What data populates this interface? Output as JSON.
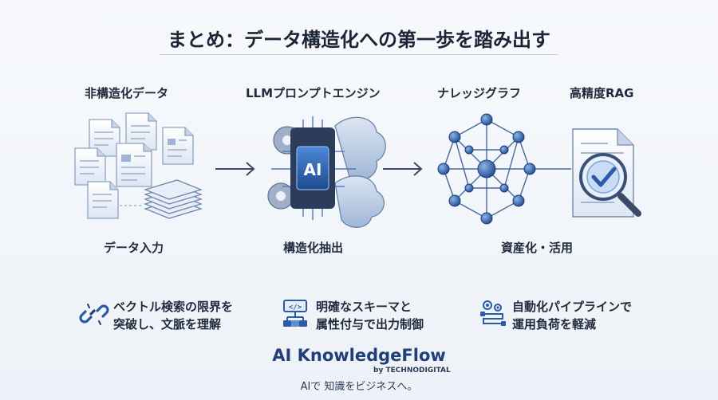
{
  "title": "まとめ：データ構造化への第一歩を踏み出す",
  "stages": [
    {
      "label": "非構造化データ",
      "icon": "documents-icon"
    },
    {
      "label": "LLMプロンプトエンジン",
      "icon": "ai-chip-brain-icon"
    },
    {
      "label": "ナレッジグラフ",
      "icon": "knowledge-graph-icon"
    },
    {
      "label": "高精度RAG",
      "icon": "document-magnifier-check-icon"
    }
  ],
  "chip_text": "AI",
  "sub_labels": [
    "データ入力",
    "構造化抽出",
    "資産化・活用"
  ],
  "features": [
    {
      "icon": "broken-link-icon",
      "line1": "ベクトル検索の限界を",
      "line2": "突破し、文脈を理解"
    },
    {
      "icon": "schema-code-icon",
      "line1": "明確なスキーマと",
      "line2": "属性付与で出力制御"
    },
    {
      "icon": "automation-pipeline-icon",
      "line1": "自動化パイプラインで",
      "line2": "運用負荷を軽減"
    }
  ],
  "brand": {
    "name": "AI KnowledgeFlow",
    "by": "by TECHNODIGITAL",
    "tagline": "AIで 知識をビジネスへ。"
  },
  "colors": {
    "primary": "#2a5aa8",
    "dark": "#1e3f78",
    "light": "#c9d8ee",
    "accent": "#3e7ed6"
  }
}
